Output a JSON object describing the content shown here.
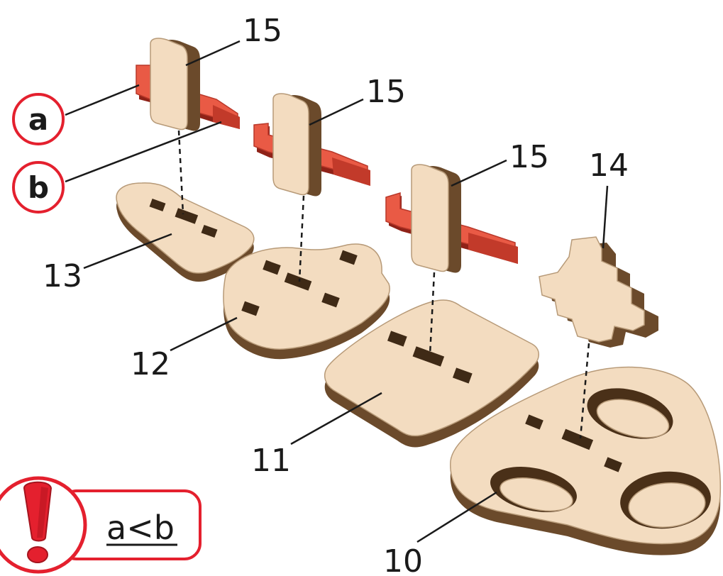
{
  "labels": {
    "p10": "10",
    "p11": "11",
    "p12": "12",
    "p13": "13",
    "p14": "14",
    "p15a": "15",
    "p15b": "15",
    "p15c": "15"
  },
  "callouts": {
    "a": "a",
    "b": "b"
  },
  "note": {
    "text": "a<b",
    "icon": "exclamation-icon",
    "accent_color": "#e4202e"
  },
  "colors": {
    "wood_face": "#f3dcc0",
    "wood_edge": "#6b4a2b",
    "red_part": "#e95a45"
  }
}
